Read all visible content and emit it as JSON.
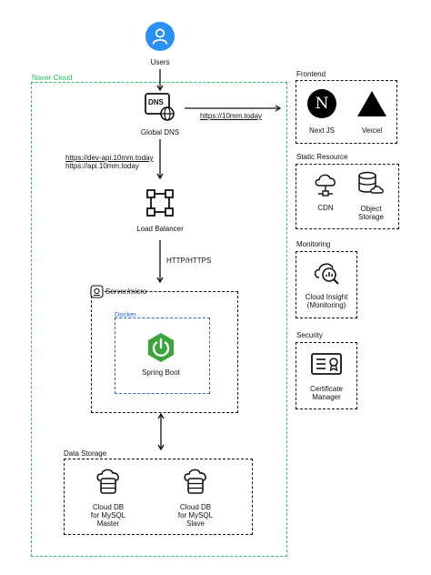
{
  "users": {
    "label": "Users"
  },
  "naver_cloud": {
    "label": "Naver Cloud"
  },
  "global_dns": {
    "label": "Global DNS",
    "icon_text": "DNS"
  },
  "dns_to_frontend": {
    "label": "https://10mm.today"
  },
  "dns_to_lb": {
    "line1": "https://dev-api.10mm.today",
    "line2": "https://api.10mm.today"
  },
  "load_balancer": {
    "label": "Load Balancer"
  },
  "lb_to_server": {
    "label": "HTTP/HTTPS"
  },
  "server": {
    "label": "Server/micro"
  },
  "docker": {
    "label": "Docker"
  },
  "spring": {
    "label": "Spring Boot"
  },
  "data_storage": {
    "title": "Data Storage",
    "master": {
      "line1": "Cloud DB",
      "line2": "for MySQL",
      "line3": "Master"
    },
    "slave": {
      "line1": "Cloud DB",
      "line2": "for MySQL",
      "line3": "Slave"
    }
  },
  "frontend": {
    "title": "Frontend",
    "next": {
      "label": "Next JS",
      "icon_text": "N"
    },
    "vercel": {
      "label": "Vercel"
    }
  },
  "static_resource": {
    "title": "Static Resource",
    "cdn": {
      "label": "CDN"
    },
    "object_storage": {
      "line1": "Object",
      "line2": "Storage"
    }
  },
  "monitoring": {
    "title": "Monitoring",
    "cloud_insight": {
      "line1": "Cloud Insight",
      "line2": "(Monitoring)"
    }
  },
  "security": {
    "title": "Security",
    "cert": {
      "line1": "Certificate",
      "line2": "Manager"
    }
  },
  "colors": {
    "users_blue": "#2a8ff7",
    "naver_green": "#22c55e",
    "docker_blue": "#2563eb",
    "spring_green": "#3aa53a"
  }
}
